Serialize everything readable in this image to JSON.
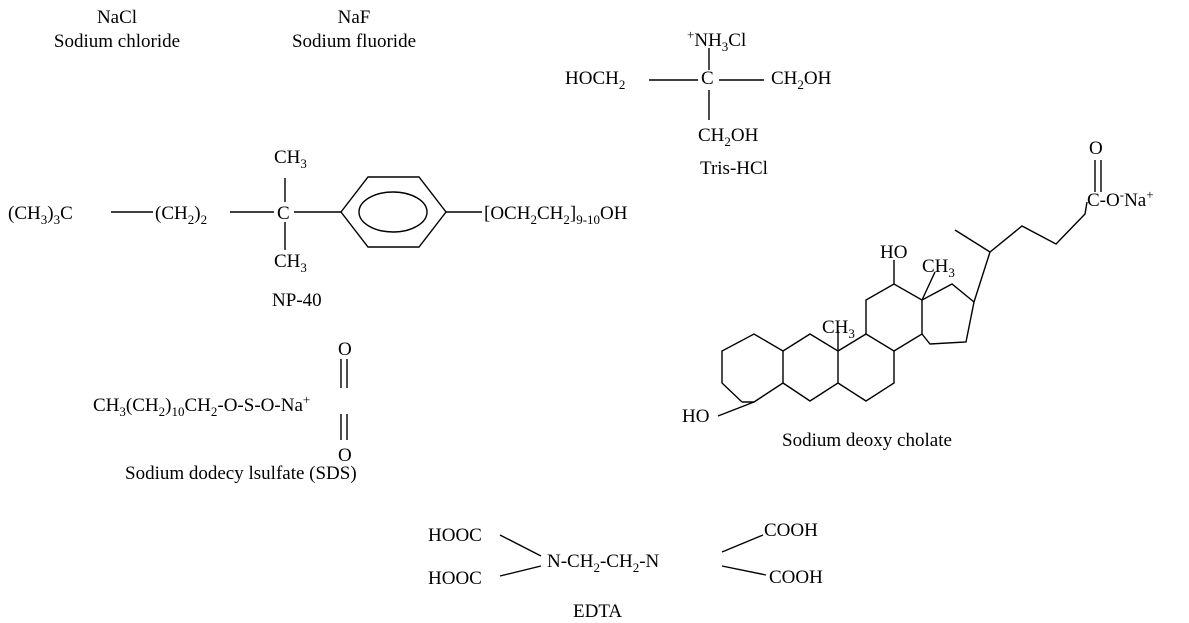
{
  "nacl": {
    "formula": "NaCl",
    "name": "Sodium chloride"
  },
  "naf": {
    "formula": "NaF",
    "name": "Sodium fluoride"
  },
  "tris": {
    "top_charge": "+",
    "top_group": "NH",
    "top_sub": "3",
    "top_tail": "Cl",
    "left_a": "HOCH",
    "left_sub": "2",
    "center": "C",
    "right_a": "CH",
    "right_sub": "2",
    "right_b": "OH",
    "bottom_a": "CH",
    "bottom_sub": "2",
    "bottom_b": "OH",
    "name": "Tris-HCl"
  },
  "np40": {
    "tbutyl_a": "(CH",
    "tbutyl_sub": "3",
    "tbutyl_b": ")",
    "tbutyl_sub2": "3",
    "tbutyl_c": "C",
    "chain_a": "(CH",
    "chain_sub": "2",
    "chain_b": ")",
    "chain_sub2": "2",
    "center": "C",
    "methyl_top_a": "CH",
    "methyl_top_sub": "3",
    "methyl_bottom_a": "CH",
    "methyl_bottom_sub": "3",
    "ether_a": "[OCH",
    "ether_sub": "2",
    "ether_b": "CH",
    "ether_sub2": "2",
    "ether_c": "]",
    "ether_sub3": "9-10",
    "ether_d": "OH",
    "name": "NP-40"
  },
  "sds": {
    "formula_a": "CH",
    "formula_sub": "3",
    "formula_b": "(CH",
    "formula_sub2": "2",
    "formula_c": ")",
    "formula_sub3": "10",
    "formula_d": "CH",
    "formula_sub4": "2",
    "formula_e": "-O-",
    "sulfur": "S",
    "formula_f": "-O-Na",
    "charge": "+",
    "oxygen_top": "O",
    "oxygen_bottom": "O",
    "name": "Sodium dodecy lsulfate (SDS)"
  },
  "deoxycholate": {
    "carbonyl_o": "O",
    "carboxylate": "C-O",
    "carboxylate_charge": "-",
    "sodium": "Na",
    "sodium_charge": "+",
    "oh_top": "HO",
    "methyl_18_a": "CH",
    "methyl_18_sub": "3",
    "methyl_19_a": "CH",
    "methyl_19_sub": "3",
    "oh_bottom": "HO",
    "name": "Sodium deoxy cholate"
  },
  "edta": {
    "hooc_top": "HOOC",
    "hooc_bottom": "HOOC",
    "backbone_a": "N-CH",
    "backbone_sub": "2",
    "backbone_b": "-CH",
    "backbone_sub2": "2",
    "backbone_c": "-N",
    "cooh_top": "COOH",
    "cooh_bottom": "COOH",
    "name": "EDTA"
  }
}
